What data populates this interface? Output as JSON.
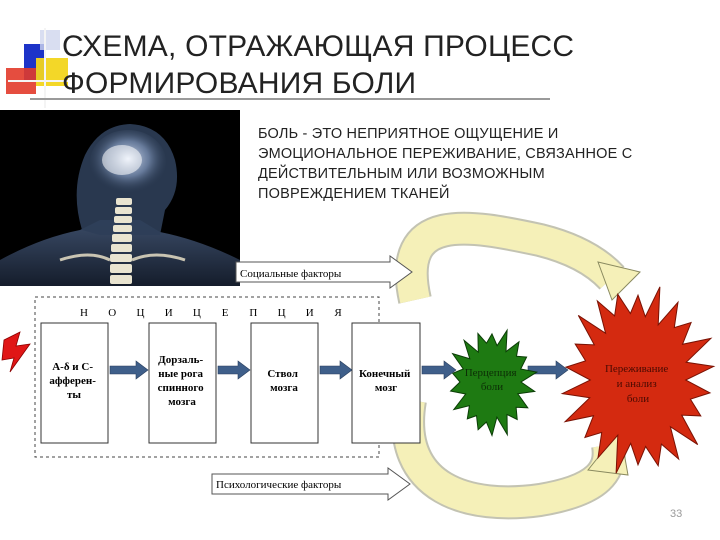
{
  "slide": {
    "title_line1": "СХЕМА, ОТРАЖАЮЩАЯ ПРОЦЕСС",
    "title_line2": "ФОРМИРОВАНИЯ БОЛИ",
    "definition": {
      "line1": "БОЛЬ  -  ЭТО НЕПРИЯТНОЕ ОЩУЩЕНИЕ И",
      "line2": "ЭМОЦИОНАЛЬНОЕ ПЕРЕЖИВАНИЕ, СВЯЗАННОЕ С",
      "line3": "ДЕЙСТВИТЕЛЬНЫМ ИЛИ ВОЗМОЖНЫМ",
      "line4": "ПОВРЕЖДЕНИЕМ ТКАНЕЙ"
    },
    "page_number": "33"
  },
  "diagram": {
    "social_factors": "Социальные факторы",
    "psych_factors": "Психологические факторы",
    "nociception_letters": [
      "Н",
      "О",
      "Ц",
      "И",
      "Ц",
      "Е",
      "П",
      "Ц",
      "И",
      "Я"
    ],
    "boxes": [
      {
        "lines": [
          "А-δ и С-",
          "афферен-",
          "ты"
        ]
      },
      {
        "lines": [
          "Дорзаль-",
          "ные рога",
          "спинного",
          "мозга"
        ]
      },
      {
        "lines": [
          "Ствол",
          "мозга"
        ]
      },
      {
        "lines": [
          "Конечный",
          "мозг"
        ]
      }
    ],
    "perception": [
      "Перцепция",
      "боли"
    ],
    "experience": [
      "Переживание",
      "и анализ",
      "боли"
    ],
    "colors": {
      "perception_fill": "#1e7a12",
      "experience_fill": "#d42a10",
      "arrow_fill": "#3f5f8a",
      "circle_arrow": "#f5f0b8",
      "lightning": "#e01616"
    }
  }
}
